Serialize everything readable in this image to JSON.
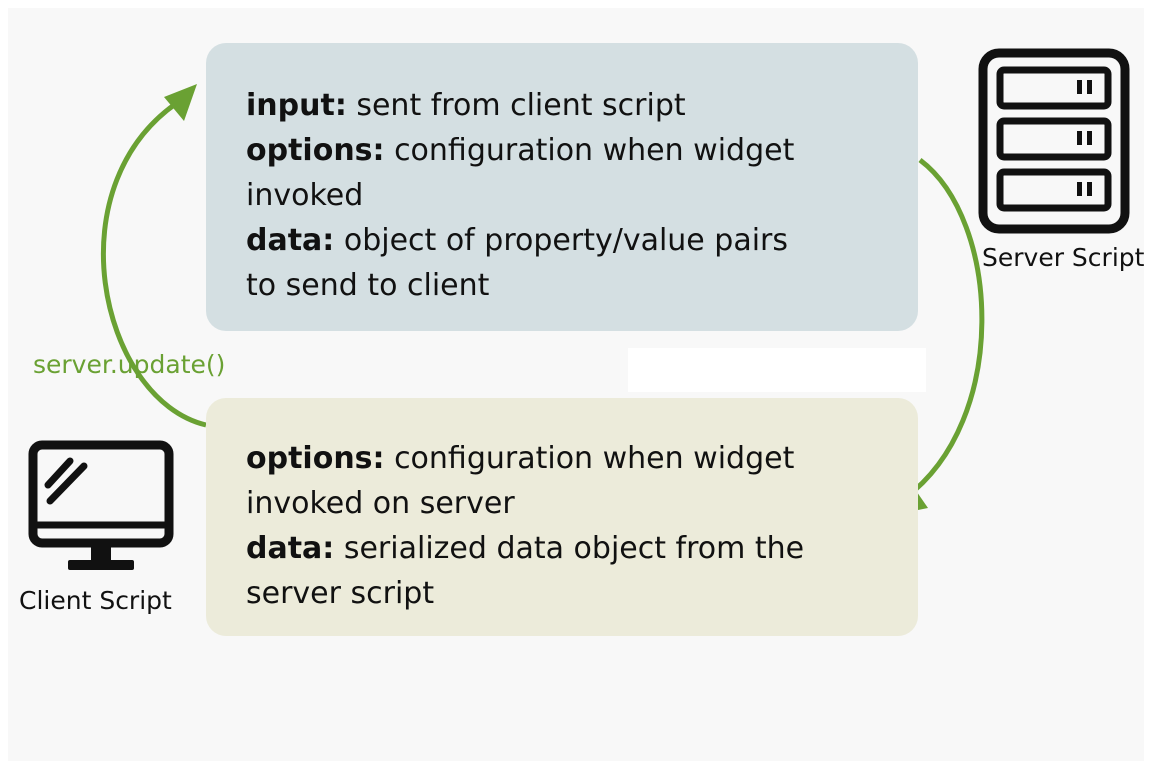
{
  "server_box": {
    "lines": [
      {
        "key": "input:",
        "text": " sent from client script"
      },
      {
        "key": "options:",
        "text": " configuration when  widget"
      },
      {
        "key": "",
        "text": "invoked"
      },
      {
        "key": "data:",
        "text": " object of property/value pairs"
      },
      {
        "key": "",
        "text": "to send to client"
      }
    ]
  },
  "client_box": {
    "lines": [
      {
        "key": "options:",
        "text": " configuration when  widget"
      },
      {
        "key": "",
        "text": "invoked on server"
      },
      {
        "key": "data:",
        "text": " serialized data object from the"
      },
      {
        "key": "",
        "text": "server script"
      }
    ]
  },
  "server_icon": {
    "icon": "server-icon",
    "label": "Server Script"
  },
  "client_icon": {
    "icon": "monitor-icon",
    "label": "Client Script"
  },
  "arrow_label": "server.update()",
  "colors": {
    "server_box": "#d4dfe2",
    "client_box": "#ecebda",
    "arrow": "#6aa133",
    "icon": "#111111"
  }
}
